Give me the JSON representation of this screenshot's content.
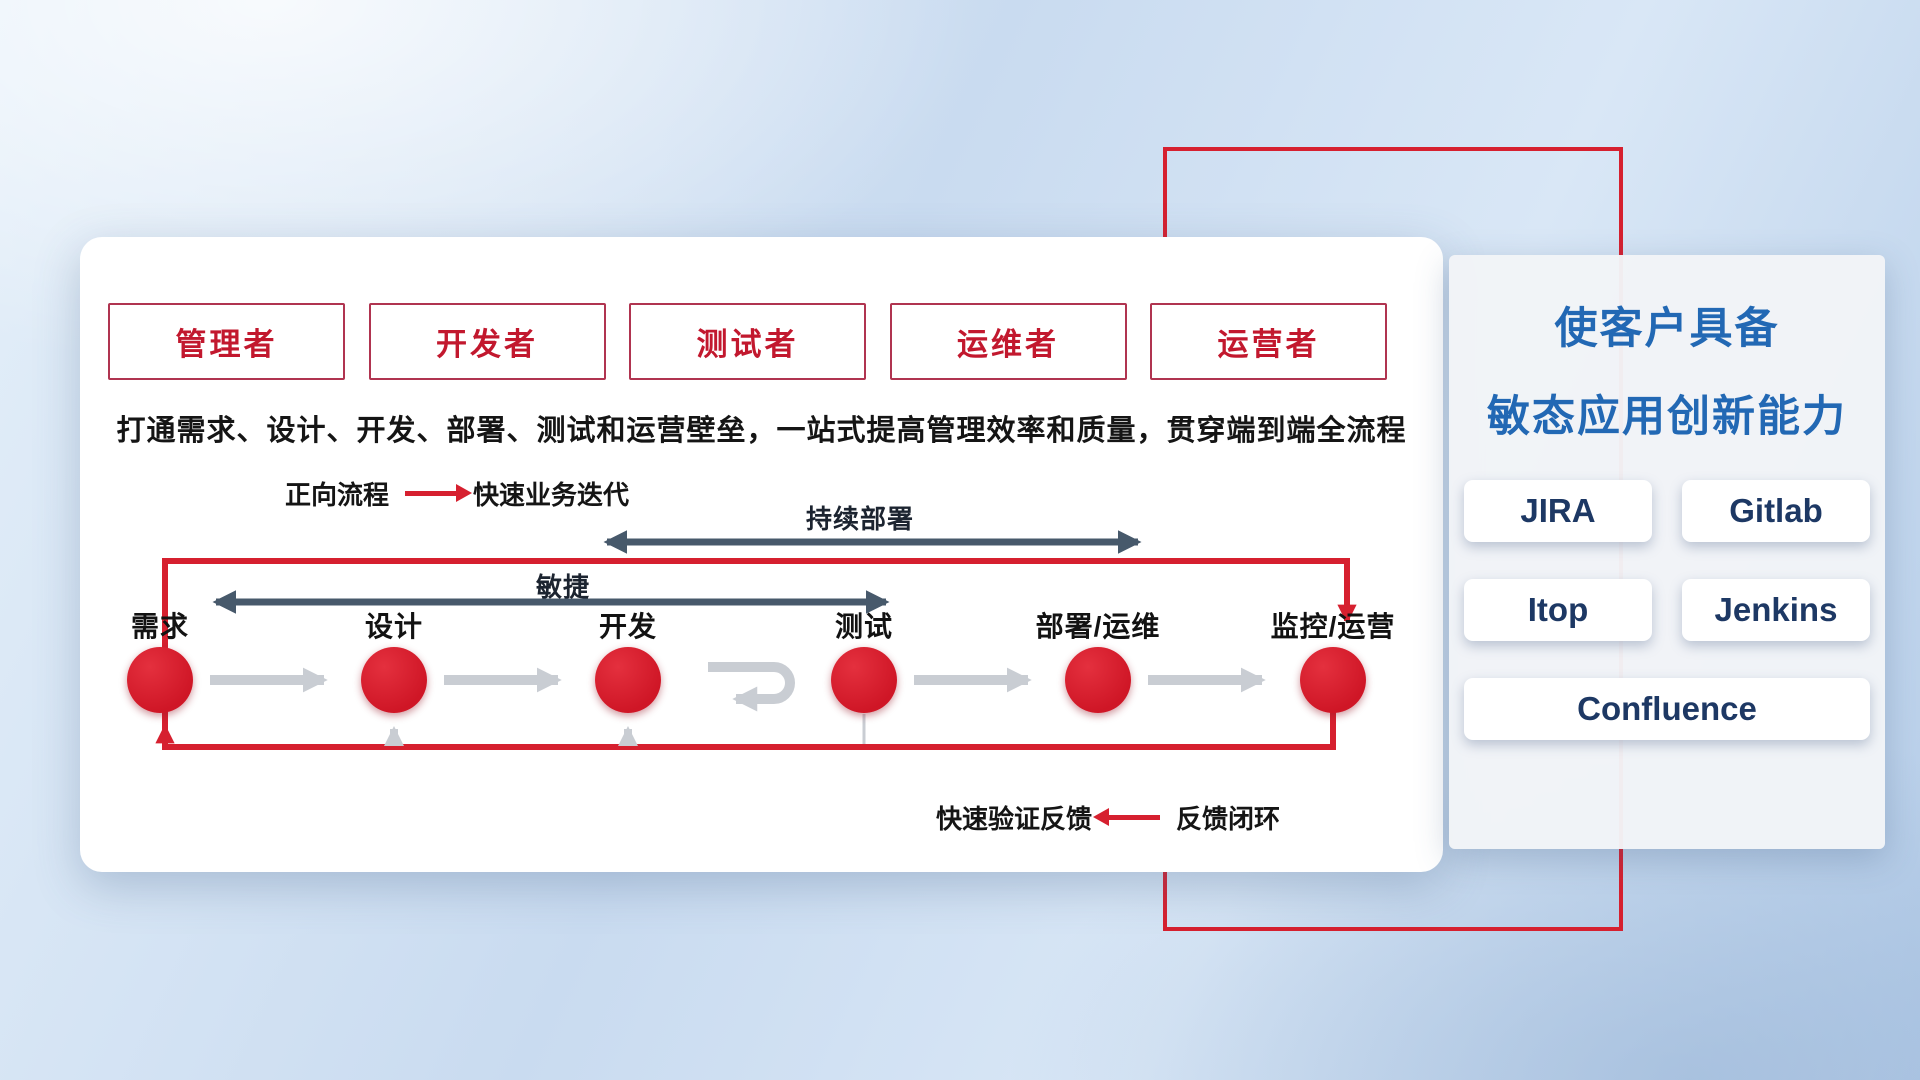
{
  "slide": {
    "roles": [
      "管理者",
      "开发者",
      "测试者",
      "运维者",
      "运营者"
    ],
    "description": "打通需求、设计、开发、部署、测试和运营壁垒，一站式提高管理效率和质量，贯穿端到端全流程",
    "forward_legend": {
      "label": "正向流程",
      "caption": "快速业务迭代"
    },
    "flow_arrows": {
      "continuous_deployment": "持续部署",
      "agile": "敏捷"
    },
    "nodes": [
      "需求",
      "设计",
      "开发",
      "测试",
      "部署/运维",
      "监控/运营"
    ],
    "feedback_legend": {
      "caption": "快速验证反馈",
      "label": "反馈闭环"
    }
  },
  "panel": {
    "title_line1": "使客户具备",
    "title_line2": "敏态应用创新能力",
    "tools": [
      "JIRA",
      "Gitlab",
      "Itop",
      "Jenkins",
      "Confluence"
    ]
  },
  "colors": {
    "accent_red": "#d6202f",
    "role_red": "#c2182e",
    "role_border": "#b03450",
    "title_blue": "#2268b4",
    "tool_navy": "#1d3864",
    "dark_arrow": "#47596b",
    "gray_arrow": "#c9cdd3",
    "text_dark": "#151515"
  }
}
